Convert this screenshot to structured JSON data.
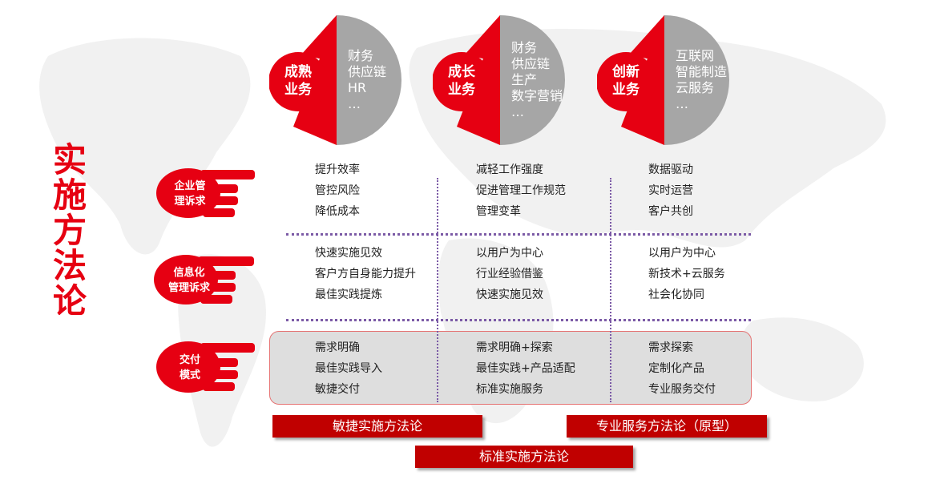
{
  "side_title": [
    "实",
    "施",
    "方",
    "法",
    "论"
  ],
  "badges": [
    {
      "label_lines": [
        "成熟",
        "业务"
      ],
      "items": [
        "财务",
        "供应链",
        "HR",
        "…"
      ]
    },
    {
      "label_lines": [
        "成长",
        "业务"
      ],
      "items": [
        "财务",
        "供应链",
        "生产",
        "数字营销",
        "…"
      ]
    },
    {
      "label_lines": [
        "创新",
        "业务"
      ],
      "items": [
        "互联网",
        "智能制造",
        "云服务",
        "…"
      ]
    }
  ],
  "rows": [
    {
      "label_lines": [
        "企业管",
        "理诉求"
      ],
      "cells": [
        [
          "提升效率",
          "管控风险",
          "降低成本"
        ],
        [
          "减轻工作强度",
          "促进管理工作规范",
          "管理变革"
        ],
        [
          "数据驱动",
          "实时运营",
          "客户共创"
        ]
      ]
    },
    {
      "label_lines": [
        "信息化",
        "管理诉求"
      ],
      "cells": [
        [
          "快速实施见效",
          "客户方自身能力提升",
          "最佳实践提炼"
        ],
        [
          "以用户为中心",
          "行业经验借鉴",
          "快速实施见效"
        ],
        [
          "以用户为中心",
          "新技术+云服务",
          "社会化协同"
        ]
      ]
    },
    {
      "label_lines": [
        "交付",
        "模式"
      ],
      "cells": [
        [
          "需求明确",
          "最佳实践导入",
          "敏捷交付"
        ],
        [
          "需求明确+探索",
          "最佳实践+产品适配",
          "标准实施服务"
        ],
        [
          "需求探索",
          "定制化产品",
          "专业服务交付"
        ]
      ]
    }
  ],
  "methods": {
    "agile": "敏捷实施方法论",
    "professional": "专业服务方法论（原型）",
    "standard": "标准实施方法论"
  },
  "colors": {
    "accent": "#e60012",
    "badge_gray": "#a6a6a6",
    "method_red": "#c00000",
    "divider": "#7b5aa6"
  }
}
